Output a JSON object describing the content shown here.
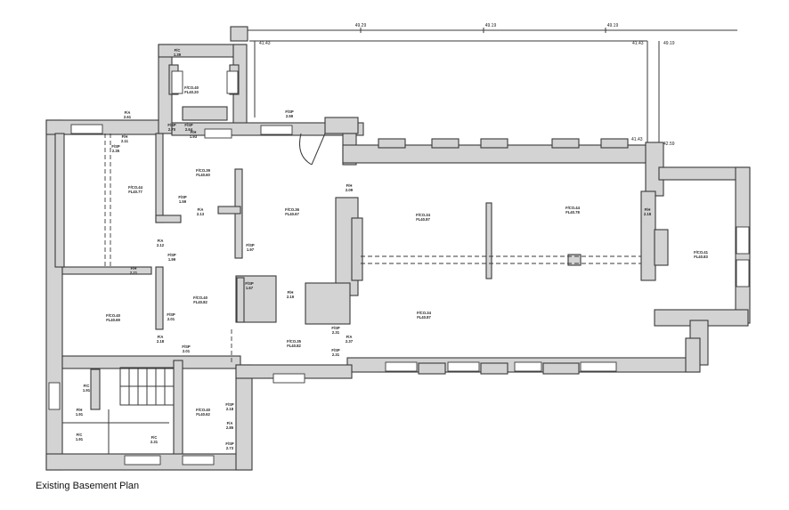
{
  "caption": "Existing Basement Plan",
  "top_levels": [
    "49.29",
    "49.19",
    "49.19"
  ],
  "edge_levels": [
    "41.43",
    "41.43",
    "49.19",
    "41.43",
    "42.59"
  ],
  "labels": [
    {
      "t1": "F/C",
      "t2": "1.39"
    },
    {
      "t1": "F/CO.40",
      "t2": "FL40.20"
    },
    {
      "t1": "F/A",
      "t2": "2.61"
    },
    {
      "t1": "F/H",
      "t2": "2.11"
    },
    {
      "t1": "F/SP",
      "t2": "2.70"
    },
    {
      "t1": "F/SP",
      "t2": "2.64"
    },
    {
      "t1": "F/H",
      "t2": "1.93"
    },
    {
      "t1": "F/SP",
      "t2": "2.35"
    },
    {
      "t1": "F/SP",
      "t2": "2.59"
    },
    {
      "t1": "F/CO.44",
      "t2": "FL40.77"
    },
    {
      "t1": "F/CO.39",
      "t2": "FL40.60"
    },
    {
      "t1": "F/SP",
      "t2": "1.59"
    },
    {
      "t1": "F/A",
      "t2": "2.13"
    },
    {
      "t1": "F/CO.36",
      "t2": "FL40.67"
    },
    {
      "t1": "F/H",
      "t2": "2.09"
    },
    {
      "t1": "F/CO.34",
      "t2": "FL40.87"
    },
    {
      "t1": "F/CO.44",
      "t2": "FL40.78"
    },
    {
      "t1": "F/H",
      "t2": "2.18"
    },
    {
      "t1": "F/CO.41",
      "t2": "FL40.83"
    },
    {
      "t1": "F/SP",
      "t2": "1.97"
    },
    {
      "t1": "F/A",
      "t2": "2.12"
    },
    {
      "t1": "F/SP",
      "t2": "1.99"
    },
    {
      "t1": "F/H",
      "t2": "2.21"
    },
    {
      "t1": "F/SP",
      "t2": "1.67"
    },
    {
      "t1": "F/H",
      "t2": "2.19"
    },
    {
      "t1": "F/CO.40",
      "t2": "FL40.82"
    },
    {
      "t1": "F/CO.40",
      "t2": "FL40.69"
    },
    {
      "t1": "F/SP",
      "t2": "2.01"
    },
    {
      "t1": "F/A",
      "t2": "2.18"
    },
    {
      "t1": "F/SP",
      "t2": "2.31"
    },
    {
      "t1": "F/CO.34",
      "t2": "FL40.87"
    },
    {
      "t1": "F/CO.35",
      "t2": "FL40.82"
    },
    {
      "t1": "F/SP",
      "t2": "2.01"
    },
    {
      "t1": "F/A",
      "t2": "2.37"
    },
    {
      "t1": "F/SP",
      "t2": "2.31"
    },
    {
      "t1": "F/CO.40",
      "t2": "FL40.62"
    },
    {
      "t1": "F/C",
      "t2": "1.91"
    },
    {
      "t1": "F/H",
      "t2": "1.91"
    },
    {
      "t1": "F/C",
      "t2": "1.91"
    },
    {
      "t1": "F/C",
      "t2": "2.31"
    },
    {
      "t1": "F/SP",
      "t2": "2.18"
    },
    {
      "t1": "F/A",
      "t2": "2.85"
    },
    {
      "t1": "F/SP",
      "t2": "2.73"
    }
  ]
}
